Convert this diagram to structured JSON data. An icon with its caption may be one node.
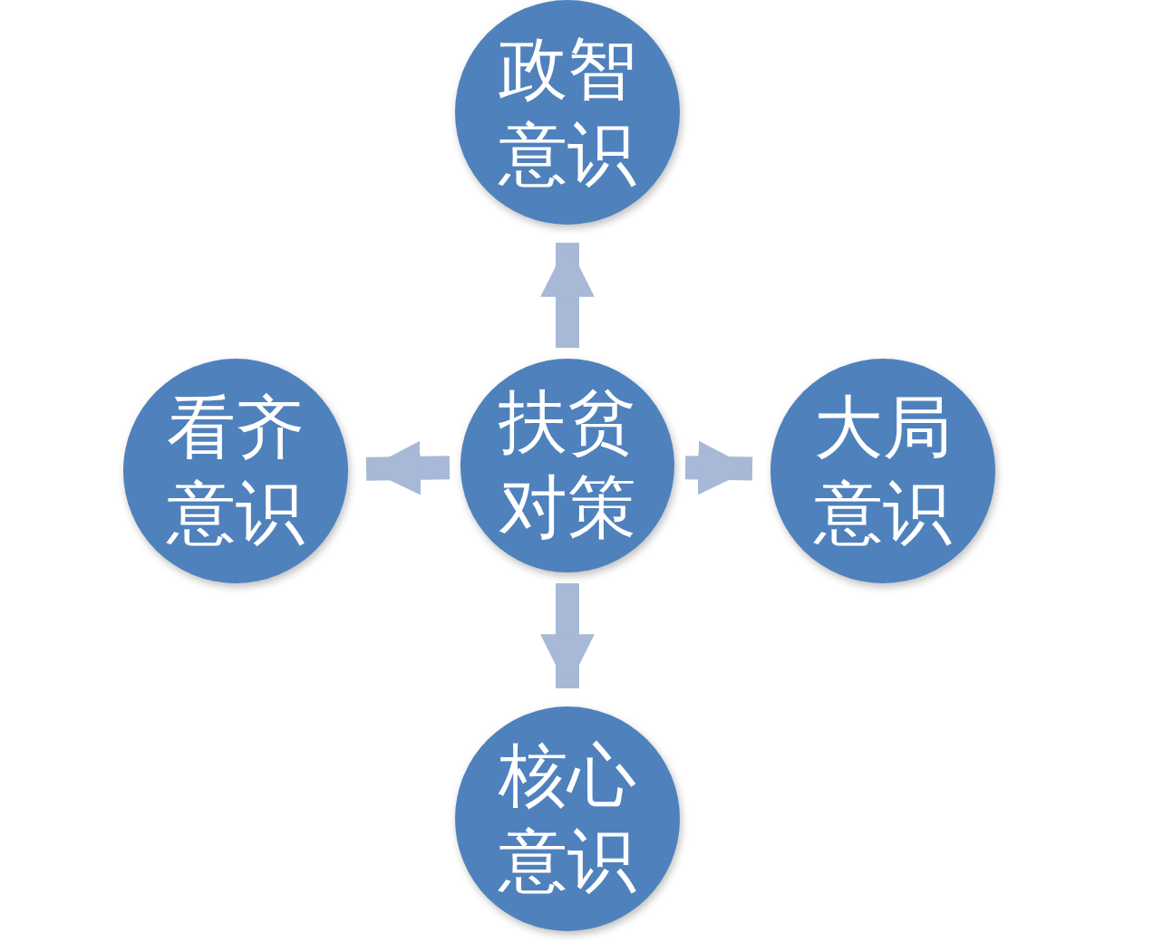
{
  "diagram": {
    "nodes": [
      {
        "text": [
          "扶贫对策"
        ]
      },
      {
        "text": [
          "政智意识"
        ]
      },
      {
        "text": [
          "看齐意识"
        ]
      },
      {
        "text": [
          "大局意识"
        ]
      },
      {
        "text": [
          "核心意识"
        ]
      }
    ],
    "edges": [
      {
        "from": 0,
        "to": 1,
        "arrow": "to"
      },
      {
        "from": 0,
        "to": 2,
        "arrow": "to"
      },
      {
        "from": 0,
        "to": 3,
        "arrow": "to"
      },
      {
        "from": 0,
        "to": 4,
        "arrow": "to"
      }
    ]
  }
}
